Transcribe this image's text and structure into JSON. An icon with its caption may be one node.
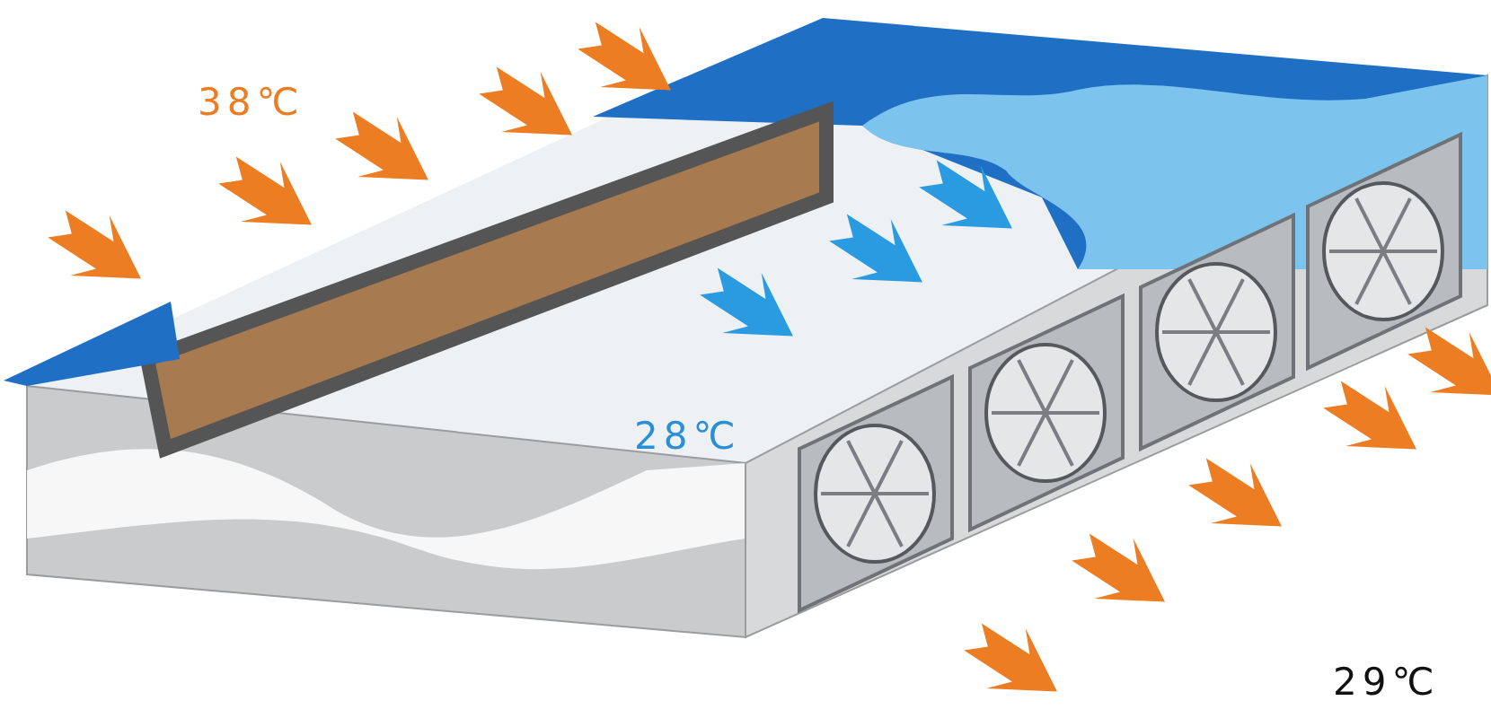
{
  "diagram": {
    "labels": [
      "38℃",
      "28℃",
      "29℃"
    ]
  }
}
